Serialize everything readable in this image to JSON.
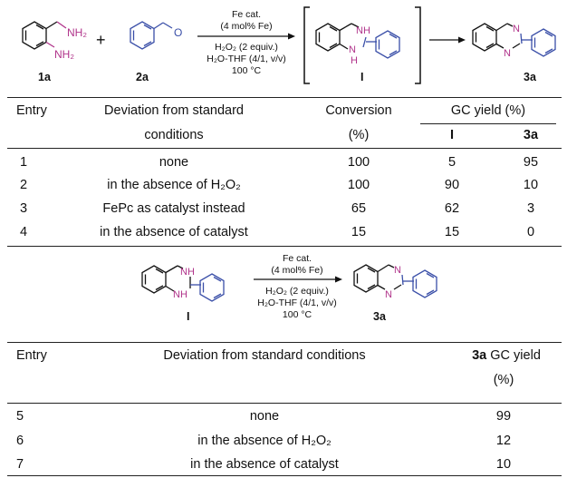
{
  "scheme1": {
    "cmpd_1a": "1a",
    "cmpd_2a": "2a",
    "cmpd_I": "I",
    "cmpd_3a": "3a",
    "nh2_top": "NH₂",
    "nh2_bottom": "NH₂",
    "aldehyde_o": "O",
    "nh": "NH",
    "h": "H",
    "n": "N",
    "plus": "+",
    "conditions": [
      "Fe cat.",
      "(4 mol% Fe)",
      "H₂O₂ (2 equiv.)",
      "H₂O-THF (4/1, v/v)",
      "100 °C"
    ]
  },
  "table1": {
    "headers": {
      "entry": "Entry",
      "deviation": "Deviation from standard",
      "deviation_cont": "conditions",
      "conversion": "Conversion",
      "conversion_unit": "(%)",
      "gc_yield": "GC yield (%)",
      "sub_I": "I",
      "sub_3a": "3a"
    },
    "rows": [
      {
        "entry": "1",
        "deviation": "none",
        "conversion": "100",
        "I": "5",
        "3a": "95"
      },
      {
        "entry": "2",
        "deviation": "in the absence of H₂O₂",
        "conversion": "100",
        "I": "90",
        "3a": "10"
      },
      {
        "entry": "3",
        "deviation": "FePc as catalyst instead",
        "conversion": "65",
        "I": "62",
        "3a": "3"
      },
      {
        "entry": "4",
        "deviation": "in the absence of catalyst",
        "conversion": "15",
        "I": "15",
        "3a": "0"
      }
    ]
  },
  "scheme2": {
    "cmpd_I": "I",
    "cmpd_3a": "3a",
    "nh_top": "NH",
    "nh_bottom": "NH",
    "n": "N",
    "conditions": [
      "Fe cat.",
      "(4 mol% Fe)",
      "H₂O₂ (2 equiv.)",
      "H₂O-THF (4/1, v/v)",
      "100 °C"
    ]
  },
  "table2": {
    "headers": {
      "entry": "Entry",
      "deviation": "Deviation from standard conditions",
      "yield_bold": "3a",
      "yield_rest": " GC yield",
      "yield_unit": "(%)"
    },
    "rows": [
      {
        "entry": "5",
        "deviation": "none",
        "yield": "99"
      },
      {
        "entry": "6",
        "deviation": "in the absence of H₂O₂",
        "yield": "12"
      },
      {
        "entry": "7",
        "deviation": "in the absence of catalyst",
        "yield": "10"
      }
    ]
  },
  "colors": {
    "amine_magenta": "#b0338a",
    "benzaldehyde_blue": "#3a4fa8",
    "structure_black": "#111111"
  }
}
